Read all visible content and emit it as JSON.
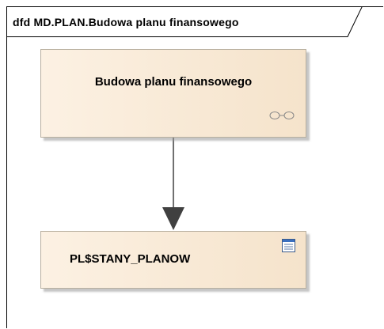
{
  "diagram": {
    "title": "dfd MD.PLAN.Budowa planu finansowego",
    "nodes": [
      {
        "id": "process",
        "type": "process",
        "label": "Budowa planu finansowego",
        "icon": "composite-link-icon"
      },
      {
        "id": "store",
        "type": "data-store",
        "label": "PL$STANY_PLANOW",
        "icon": "data-store-icon"
      }
    ],
    "edges": [
      {
        "from": "process",
        "to": "store"
      }
    ]
  },
  "colors": {
    "node_fill_start": "#fcf1e3",
    "node_fill_end": "#f5e3cb",
    "node_border": "#b9b0a0",
    "arrow": "#404040"
  }
}
